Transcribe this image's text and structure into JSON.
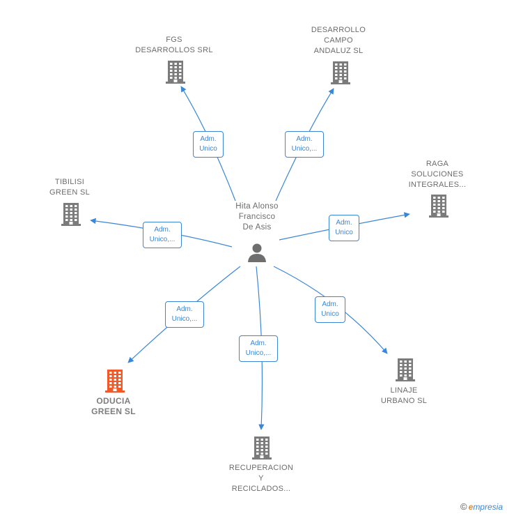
{
  "person": {
    "lines": [
      "Hita Alonso",
      "Francisco",
      "De Asis"
    ],
    "icon": "person-icon"
  },
  "companies": [
    {
      "id": "fgs",
      "lines": [
        "FGS",
        "DESARROLLOS SRL"
      ],
      "color": "#7b7b7b",
      "icon": "building-icon",
      "highlight": false
    },
    {
      "id": "desarrollo",
      "lines": [
        "DESARROLLO",
        "CAMPO",
        "ANDALUZ  SL"
      ],
      "color": "#7b7b7b",
      "icon": "building-icon",
      "highlight": false
    },
    {
      "id": "raga",
      "lines": [
        "RAGA",
        "SOLUCIONES",
        "INTEGRALES..."
      ],
      "color": "#7b7b7b",
      "icon": "building-icon",
      "highlight": false
    },
    {
      "id": "tibilisi",
      "lines": [
        "TIBILISI",
        "GREEN  SL"
      ],
      "color": "#7b7b7b",
      "icon": "building-icon",
      "highlight": false
    },
    {
      "id": "linaje",
      "lines": [
        "LINAJE",
        "URBANO SL"
      ],
      "color": "#7b7b7b",
      "icon": "building-icon",
      "highlight": false
    },
    {
      "id": "oducia",
      "lines": [
        "ODUCIA",
        "GREEN  SL"
      ],
      "color": "#f0592a",
      "icon": "building-icon",
      "highlight": true
    },
    {
      "id": "recuperacion",
      "lines": [
        "RECUPERACION",
        "Y",
        "RECICLADOS..."
      ],
      "color": "#7b7b7b",
      "icon": "building-icon",
      "highlight": false
    }
  ],
  "relations": [
    {
      "to": "fgs",
      "lines": [
        "Adm.",
        "Unico"
      ]
    },
    {
      "to": "desarrollo",
      "lines": [
        "Adm.",
        "Unico,..."
      ]
    },
    {
      "to": "raga",
      "lines": [
        "Adm.",
        "Unico"
      ]
    },
    {
      "to": "tibilisi",
      "lines": [
        "Adm.",
        "Unico,..."
      ]
    },
    {
      "to": "linaje",
      "lines": [
        "Adm.",
        "Unico"
      ]
    },
    {
      "to": "oducia",
      "lines": [
        "Adm.",
        "Unico,..."
      ]
    },
    {
      "to": "recuperacion",
      "lines": [
        "Adm.",
        "Unico,..."
      ]
    }
  ],
  "colors": {
    "edge": "#3a86d8",
    "label_text": "#6b6b6b",
    "person_icon": "#6e6e6e"
  },
  "watermark": {
    "copyright": "©",
    "brand_initial": "e",
    "brand_rest": "mpresia"
  }
}
